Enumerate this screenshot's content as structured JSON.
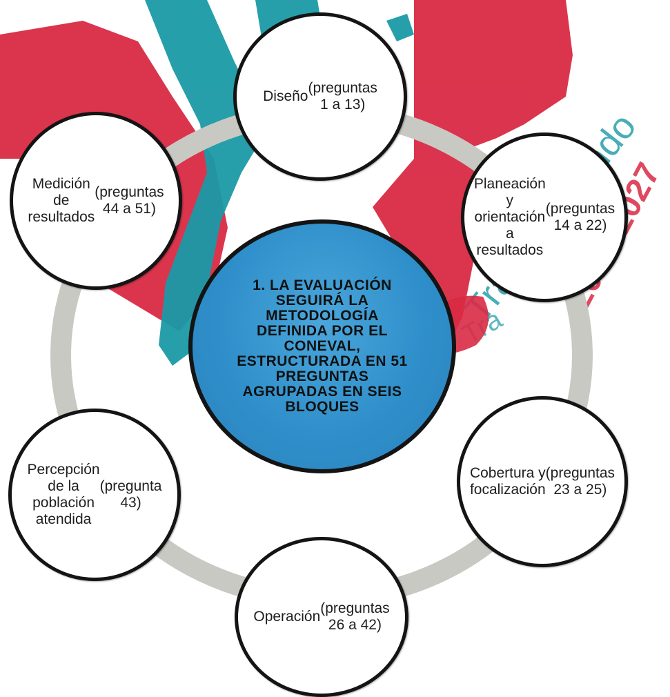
{
  "diagram": {
    "center": {
      "text": "1. LA EVALUACIÓN SEGUIRÁ LA METODOLOGÍA DEFINIDA POR EL CONEVAL, ESTRUCTURADA EN 51 PREGUNTAS AGRUPADAS EN SEIS BLOQUES"
    },
    "blocks": [
      {
        "name": "Diseño",
        "questions": "(preguntas 1 a 13)"
      },
      {
        "name": "Planeación y orientación a resultados",
        "questions": "(preguntas 14 a 22)"
      },
      {
        "name": "Cobertura y focalización",
        "questions": "(preguntas 23 a 25)"
      },
      {
        "name": "Operación",
        "questions": "(preguntas 26 a 42)"
      },
      {
        "name": "Percepción de la población atendida",
        "questions": "(pregunta 43)"
      },
      {
        "name": "Medición de resultados",
        "questions": "(preguntas 44 a 51)"
      }
    ]
  },
  "watermark": {
    "text_1": "Transformando",
    "text_2": "2024-2027",
    "text_3": "Tra",
    "colors": {
      "red": "#d92a45",
      "teal": "#1a9aa6",
      "ring": "#c9c9c4",
      "center_fill": "#2f8fca"
    }
  }
}
